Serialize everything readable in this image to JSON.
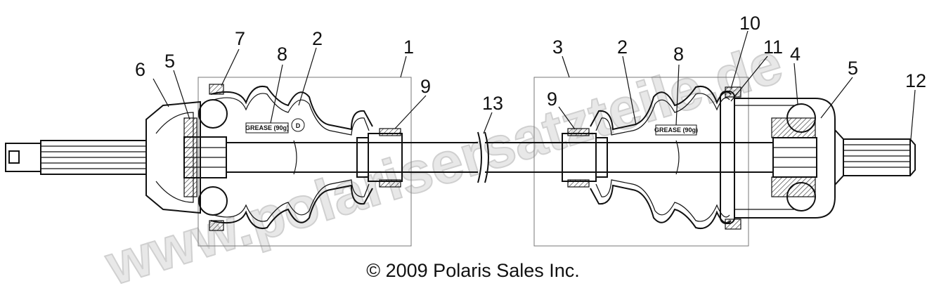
{
  "watermark": "www.polarisersatzteile.de",
  "copyright": "© 2009 Polaris Sales Inc.",
  "grease_label": "GREASE (90g)",
  "d_mark": "D",
  "callouts": [
    {
      "id": "c6",
      "text": "6"
    },
    {
      "id": "c5a",
      "text": "5"
    },
    {
      "id": "c7",
      "text": "7"
    },
    {
      "id": "c8a",
      "text": "8"
    },
    {
      "id": "c2a",
      "text": "2"
    },
    {
      "id": "c1",
      "text": "1"
    },
    {
      "id": "c9a",
      "text": "9"
    },
    {
      "id": "c13",
      "text": "13"
    },
    {
      "id": "c9b",
      "text": "9"
    },
    {
      "id": "c3",
      "text": "3"
    },
    {
      "id": "c2b",
      "text": "2"
    },
    {
      "id": "c8b",
      "text": "8"
    },
    {
      "id": "c10",
      "text": "10"
    },
    {
      "id": "c11",
      "text": "11"
    },
    {
      "id": "c4",
      "text": "4"
    },
    {
      "id": "c5b",
      "text": "5"
    },
    {
      "id": "c12",
      "text": "12"
    }
  ]
}
